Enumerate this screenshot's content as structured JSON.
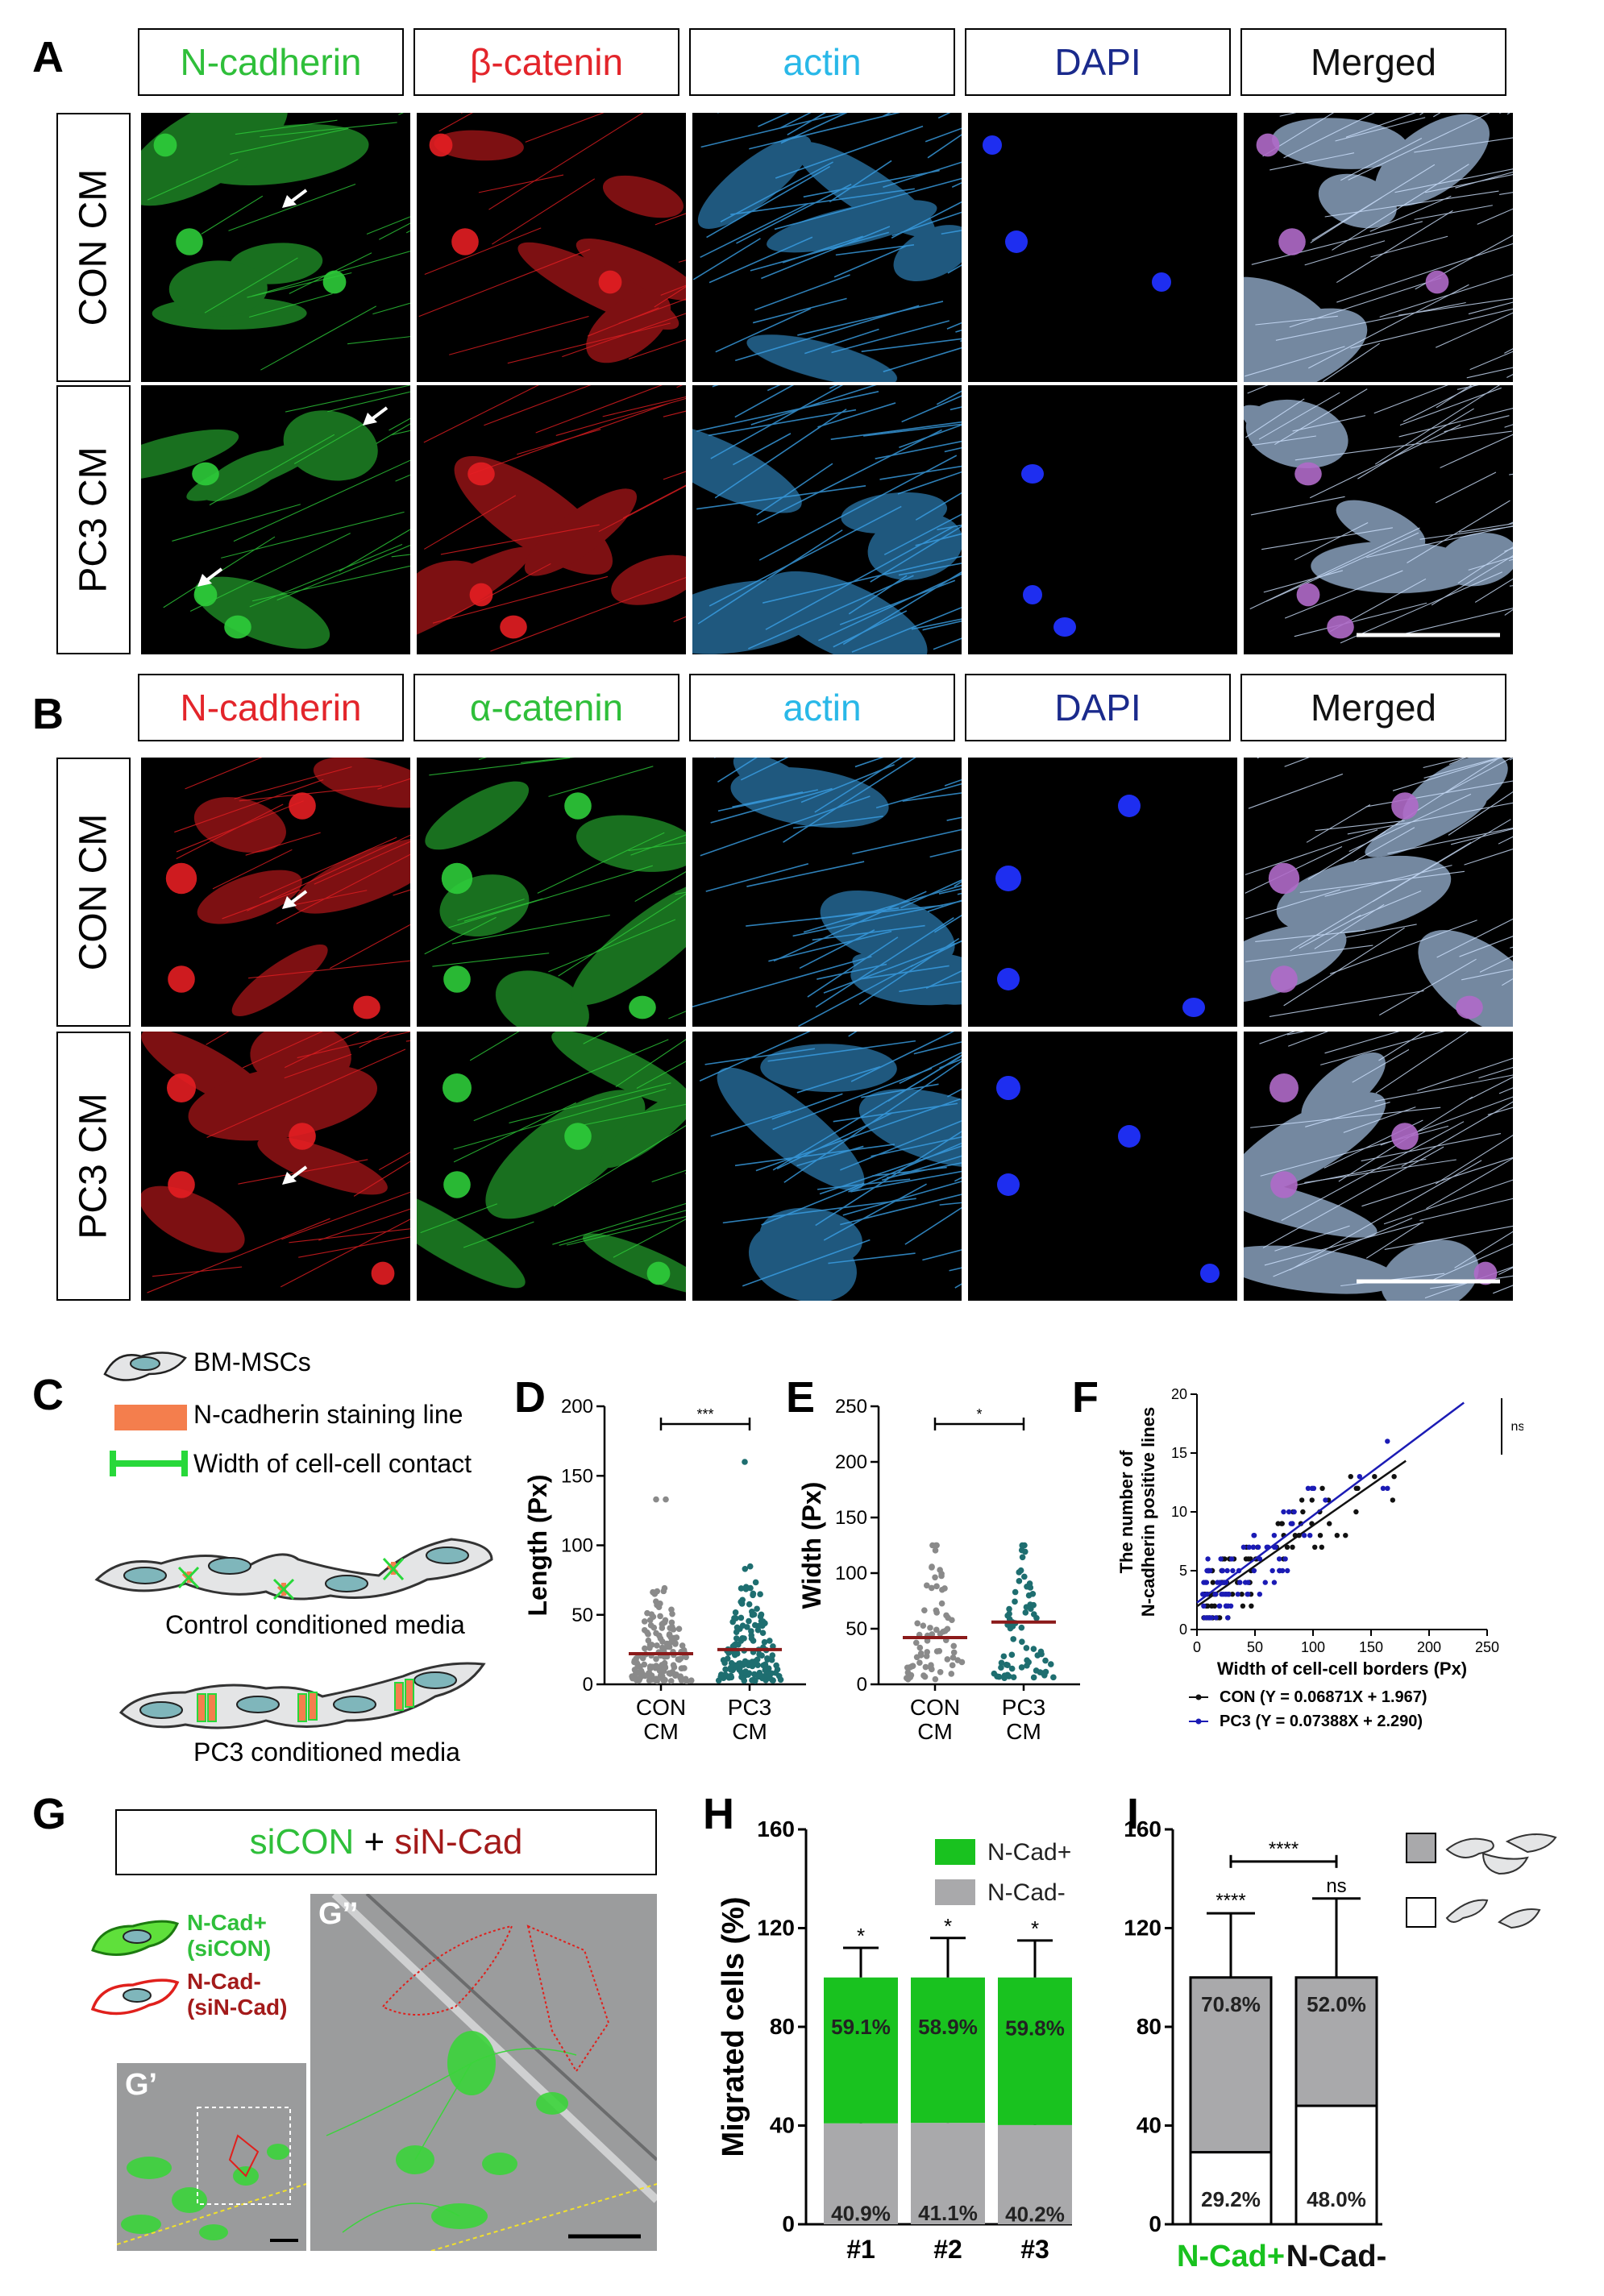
{
  "panels": {
    "A": {
      "letter": "A",
      "headers": [
        "N-cadherin",
        "β-catenin",
        "actin",
        "DAPI",
        "Merged"
      ],
      "header_colors": [
        "#2fbf3a",
        "#e3252b",
        "#29b8e8",
        "#1a2a8c",
        "#111111"
      ],
      "rows": [
        "CON CM",
        "PC3 CM"
      ]
    },
    "B": {
      "letter": "B",
      "headers": [
        "N-cadherin",
        "α-catenin",
        "actin",
        "DAPI",
        "Merged"
      ],
      "header_colors": [
        "#e3252b",
        "#2fbf3a",
        "#29b8e8",
        "#1a2a8c",
        "#111111"
      ],
      "rows": [
        "CON CM",
        "PC3 CM"
      ]
    },
    "C": {
      "letter": "C",
      "legend": [
        "BM-MSCs",
        "N-cadherin staining line",
        "Width of cell-cell contact"
      ],
      "captions": [
        "Control conditioned media",
        "PC3 conditioned media"
      ]
    },
    "G": {
      "letter": "G",
      "title_a": "siCON",
      "title_plus": " + ",
      "title_b": "siN-Cad",
      "legend_pos": [
        "N-Cad+",
        "(siCON)"
      ],
      "legend_neg": [
        "N-Cad-",
        "(siN-Cad)"
      ],
      "sub1": "G’",
      "sub2": "G’’"
    }
  },
  "chart_data": [
    {
      "id": "D",
      "type": "scatter",
      "letter": "D",
      "ylabel": "Length (Px)",
      "categories": [
        "CON\nCM",
        "PC3\nCM"
      ],
      "ylim": [
        0,
        200
      ],
      "yticks": [
        0,
        50,
        100,
        150,
        200
      ],
      "means": [
        22,
        25
      ],
      "outliers": [
        {
          "cat": 0,
          "y": 133
        },
        {
          "cat": 0,
          "y": 133
        },
        {
          "cat": 1,
          "y": 160
        }
      ],
      "significance": "***"
    },
    {
      "id": "E",
      "type": "scatter",
      "letter": "E",
      "ylabel": "Width (Px)",
      "categories": [
        "CON\nCM",
        "PC3\nCM"
      ],
      "ylim": [
        0,
        250
      ],
      "yticks": [
        0,
        50,
        100,
        150,
        200,
        250
      ],
      "means": [
        42,
        56
      ],
      "significance": "*"
    },
    {
      "id": "F",
      "type": "scatter",
      "letter": "F",
      "ylabel": "The number of N-cadherin positive lines",
      "xlabel": "Width of cell-cell borders (Px)",
      "xlim": [
        0,
        250
      ],
      "ylim": [
        0,
        20
      ],
      "xticks": [
        0,
        50,
        100,
        150,
        200,
        250
      ],
      "yticks": [
        0,
        5,
        10,
        15,
        20
      ],
      "series": [
        {
          "name": "CON (Y = 0.06871X + 1.967)",
          "color": "#111111",
          "slope": 0.06871,
          "intercept": 1.967
        },
        {
          "name": "PC3 (Y = 0.07388X + 2.290)",
          "color": "#1b1bb5",
          "slope": 0.07388,
          "intercept": 2.29
        }
      ],
      "significance": "ns"
    },
    {
      "id": "H",
      "type": "bar",
      "letter": "H",
      "ylabel": "Migrated cells (%)",
      "categories": [
        "#1",
        "#2",
        "#3"
      ],
      "ylim": [
        0,
        160
      ],
      "yticks": [
        0,
        40,
        80,
        120,
        160
      ],
      "series": [
        {
          "name": "N-Cad-",
          "color": "#a9a9ab",
          "values": [
            40.9,
            41.1,
            40.2
          ],
          "labels": [
            "40.9%",
            "41.1%",
            "40.2%"
          ],
          "err": [
            12,
            17,
            13
          ]
        },
        {
          "name": "N-Cad+",
          "color": "#19c21f",
          "values": [
            59.1,
            58.9,
            59.8
          ],
          "labels": [
            "59.1%",
            "58.9%",
            "59.8%"
          ],
          "err": [
            12,
            16,
            15
          ]
        }
      ],
      "significance": [
        "*",
        "*",
        "*"
      ]
    },
    {
      "id": "I",
      "type": "bar",
      "letter": "I",
      "categories": [
        "N-Cad+",
        "N-Cad-"
      ],
      "category_colors": [
        "#19c21f",
        "#111111"
      ],
      "ylim": [
        0,
        160
      ],
      "yticks": [
        0,
        40,
        80,
        120,
        160
      ],
      "series": [
        {
          "name": "single",
          "color": "#ffffff",
          "values": [
            29.2,
            48.0
          ],
          "labels": [
            "29.2%",
            "48.0%"
          ],
          "err": [
            24,
            31
          ]
        },
        {
          "name": "clustered",
          "color": "#a9a9ab",
          "values": [
            70.8,
            52.0
          ],
          "labels": [
            "70.8%",
            "52.0%"
          ],
          "err": [
            26,
            32
          ]
        }
      ],
      "significance_top": [
        "****",
        "ns"
      ],
      "significance_between": "****"
    }
  ]
}
